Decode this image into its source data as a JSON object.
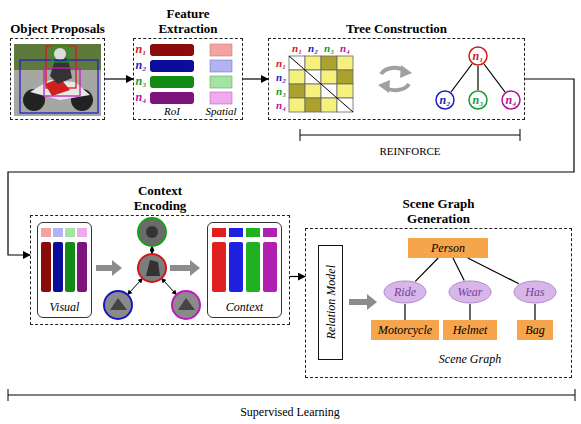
{
  "diagram": {
    "nodes": [
      {
        "text": [
          "Object Proposals"
        ]
      },
      {
        "text": [
          "Feature Extraction"
        ]
      },
      {
        "text": [
          "Tree Construction"
        ]
      },
      {
        "text": [
          "n₁"
        ],
        "in": 2
      },
      {
        "text": [
          "n₂"
        ],
        "in": 2
      },
      {
        "text": [
          "n₃"
        ],
        "in": 2
      },
      {
        "text": [
          "n₄"
        ],
        "in": 2
      },
      {
        "text": [
          "Context Encoding"
        ]
      },
      {
        "text": [
          "Visual"
        ],
        "in": 7
      },
      {
        "text": [
          "Context"
        ],
        "in": 7
      },
      {
        "text": [
          "Scene Graph Generation"
        ]
      },
      {
        "text": [
          "Relation Model"
        ],
        "in": 10
      },
      {
        "text": [
          "Person"
        ],
        "in": 10
      },
      {
        "text": [
          "Ride"
        ],
        "in": 10
      },
      {
        "text": [
          "Wear"
        ],
        "in": 10
      },
      {
        "text": [
          "Has"
        ],
        "in": 10
      },
      {
        "text": [
          "Motorcycle"
        ],
        "in": 10
      },
      {
        "text": [
          "Helmet"
        ],
        "in": 10
      },
      {
        "text": [
          "Bag"
        ],
        "in": 10
      }
    ],
    "edges": [
      {
        "from": 0,
        "to": 1,
        "arrow": "to"
      },
      {
        "from": 1,
        "to": 2,
        "arrow": "to"
      },
      {
        "from": 3,
        "to": 4,
        "arrow": "none"
      },
      {
        "from": 3,
        "to": 5,
        "arrow": "none"
      },
      {
        "from": 3,
        "to": 6,
        "arrow": "none"
      },
      {
        "from": 2,
        "to": 7,
        "arrow": "to"
      },
      {
        "from": 7,
        "to": 10,
        "arrow": "to"
      },
      {
        "from": 12,
        "to": 13,
        "arrow": "none"
      },
      {
        "from": 12,
        "to": 14,
        "arrow": "none"
      },
      {
        "from": 12,
        "to": 15,
        "arrow": "none"
      },
      {
        "from": 13,
        "to": 16,
        "arrow": "none"
      },
      {
        "from": 14,
        "to": 17,
        "arrow": "none"
      },
      {
        "from": 15,
        "to": 18,
        "arrow": "none"
      }
    ],
    "labels": [
      "n₁",
      "n₂",
      "n₃",
      "n₄",
      "RoI",
      "Spatial",
      "n₁",
      "n₂",
      "n₃",
      "n₄",
      "n₁",
      "n₂",
      "n₃",
      "n₄",
      "REINFORCE",
      "Scene Graph",
      "Supervised Learning"
    ]
  }
}
